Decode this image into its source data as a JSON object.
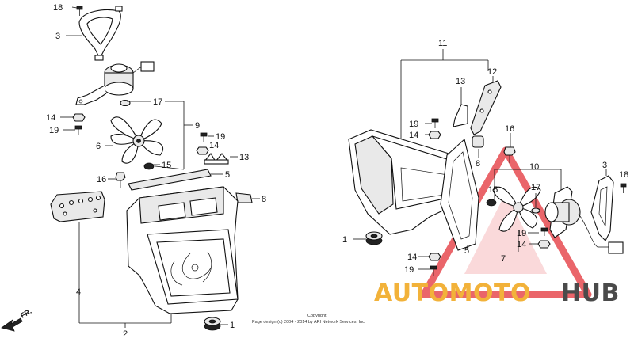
{
  "callouts": {
    "c1a": "1",
    "c2": "2",
    "c3a": "3",
    "c4": "4",
    "c5a": "5",
    "c6": "6",
    "c8a": "8",
    "c9": "9",
    "c13a": "13",
    "c14a": "14",
    "c15a": "15",
    "c16a": "16",
    "c17a": "17",
    "c18a": "18",
    "c19a": "19",
    "c19b": "19",
    "c11": "11",
    "c12": "12",
    "c13b": "13",
    "c19c": "19",
    "c14b": "14",
    "c16b": "16",
    "c8b": "8",
    "c10": "10",
    "c15b": "15",
    "c17b": "17",
    "c19d": "19",
    "c14c": "14",
    "c3b": "3",
    "c18b": "18",
    "c7": "7",
    "c5b": "5",
    "c1b": "1",
    "c14d": "14",
    "c19e": "19"
  },
  "direction_label": "FR.",
  "copyright": {
    "line1": "Copyright",
    "line2": "Page design (c) 2004 - 2014 by ARI Network Services, Inc."
  },
  "watermark": {
    "part1": "AUTOMOTO",
    "part2": "HUB",
    "colors": {
      "part1": "#f2b23a",
      "part2": "#4a4a4a",
      "triangle": "#e8555a"
    }
  }
}
